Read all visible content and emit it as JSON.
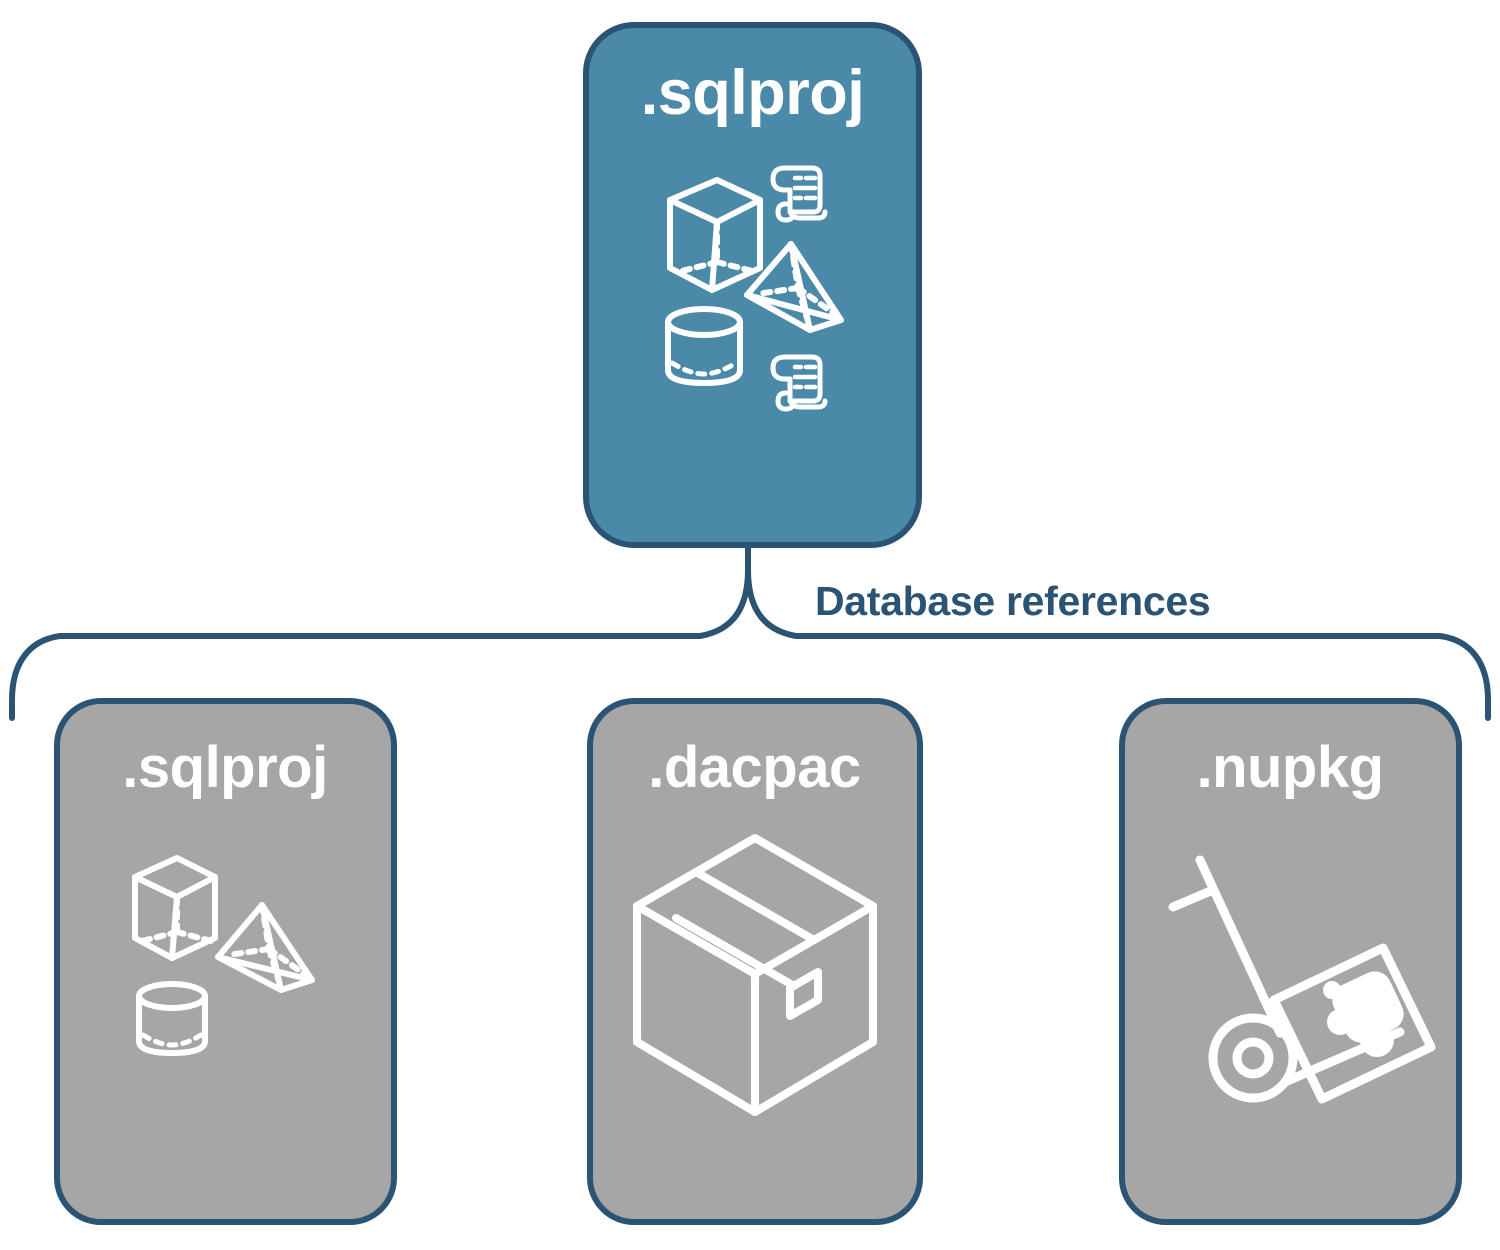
{
  "diagram": {
    "type": "hierarchy-tree",
    "title_node": {
      "label": ".sqlproj",
      "fill": "#4a8aa8",
      "stroke": "#2b5374",
      "icons": [
        "cube-icon",
        "scroll-icon",
        "pyramid-icon",
        "cylinder-icon",
        "scroll-icon"
      ]
    },
    "connector": {
      "label": "Database references",
      "color": "#2b5374",
      "style": "curly-brace"
    },
    "children": [
      {
        "label": ".sqlproj",
        "fill": "#a6a6a6",
        "stroke": "#2b5374",
        "icons": [
          "cube-icon",
          "pyramid-icon",
          "cylinder-icon"
        ]
      },
      {
        "label": ".dacpac",
        "fill": "#a6a6a6",
        "stroke": "#2b5374",
        "icons": [
          "package-box-icon"
        ]
      },
      {
        "label": ".nupkg",
        "fill": "#a6a6a6",
        "stroke": "#2b5374",
        "icons": [
          "hand-truck-icon",
          "nuget-package-icon"
        ]
      }
    ],
    "colors": {
      "accent_teal": "#4a8aa8",
      "outline_navy": "#2b5374",
      "neutral_gray": "#a6a6a6",
      "icon_white": "#ffffff",
      "background": "#ffffff"
    }
  }
}
